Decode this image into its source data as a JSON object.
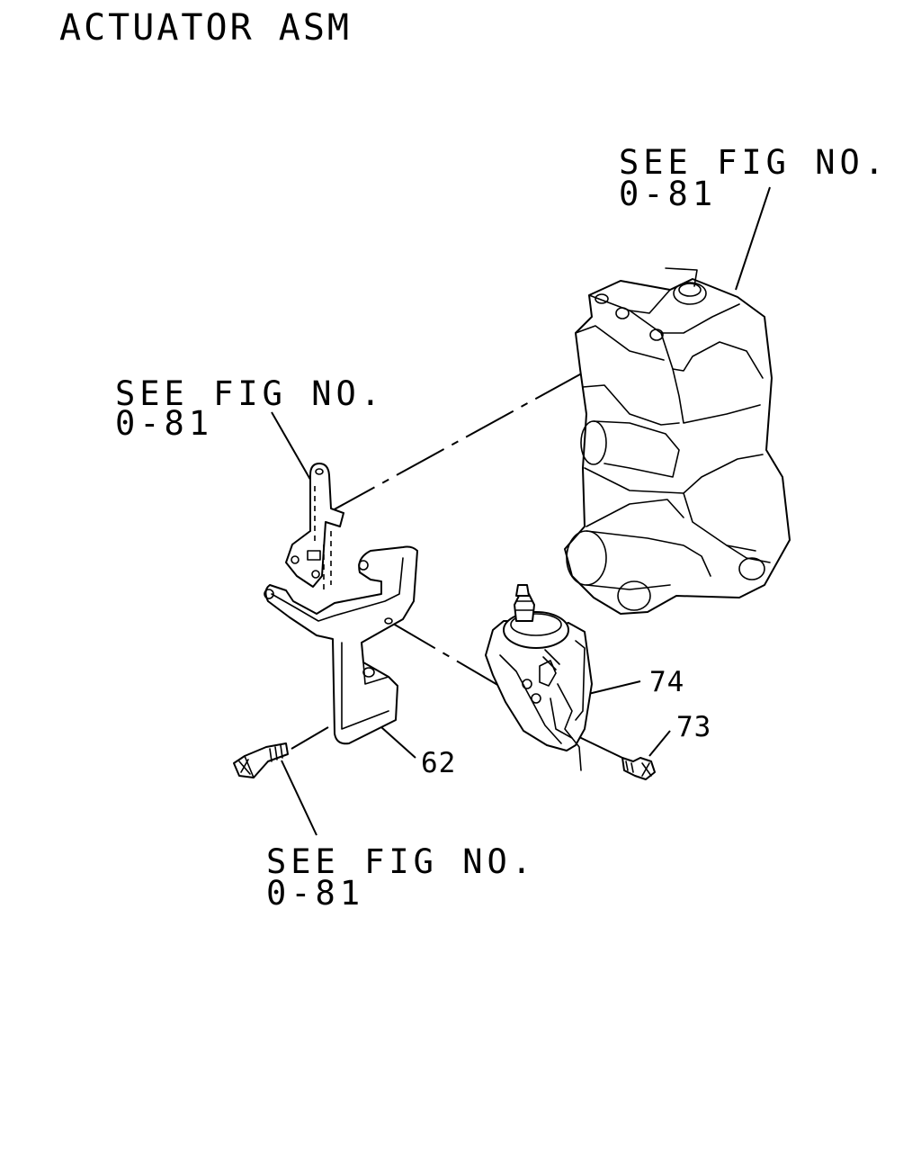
{
  "title": "ACTUATOR ASM",
  "callouts": {
    "housing": {
      "line1": "SEE FIG NO.",
      "line2": "0-81"
    },
    "bracket_upper": {
      "line1": "SEE FIG NO.",
      "line2": "0-81"
    },
    "bolt_lower": {
      "line1": "SEE FIG NO.",
      "line2": "0-81"
    }
  },
  "part_numbers": {
    "bracket": "62",
    "bolt": "73",
    "actuator": "74"
  }
}
